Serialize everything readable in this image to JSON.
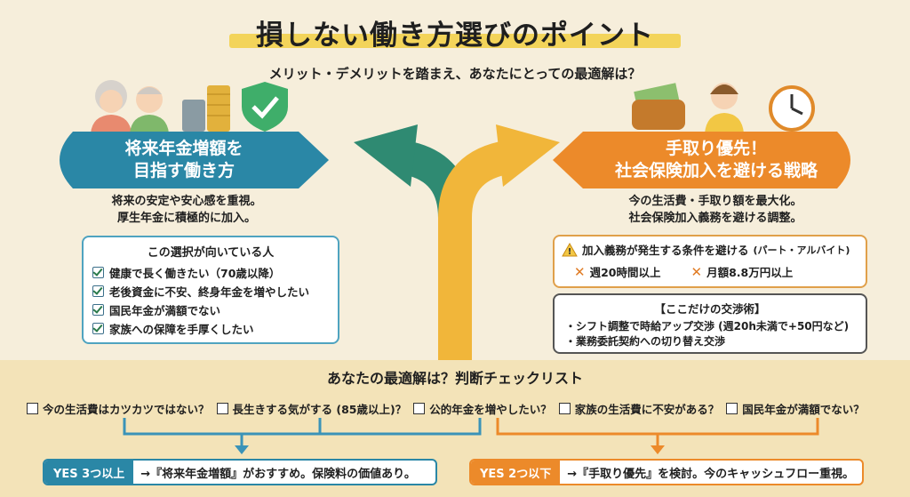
{
  "title": "損しない働き方選びのポイント",
  "subtitle": "メリット・デメリットを踏まえ、あなたにとっての最適解は？",
  "left": {
    "banner_line1": "将来年金増額を",
    "banner_line2": "目指す働き方",
    "desc_line1": "将来の安定や安心感を重視。",
    "desc_line2": "厚生年金に積極的に加入。",
    "box_title": "この選択が向いている人",
    "items": [
      "健康で長く働きたい（70歳以降）",
      "老後資金に不安、終身年金を増やしたい",
      "国民年金が満額でない",
      "家族への保障を手厚くしたい"
    ],
    "color": "#2a87a6"
  },
  "right": {
    "banner_line1": "手取り優先！",
    "banner_line2": "社会保険加入を避ける戦略",
    "desc_line1": "今の生活費・手取り額を最大化。",
    "desc_line2": "社会保険加入義務を避ける調整。",
    "warn_title": "加入義務が発生する条件を避ける",
    "warn_note": "(パート・アルバイト)",
    "cond1": "週20時間以上",
    "cond2": "月額8.8万円以上",
    "tips_title": "【ここだけの交渉術】",
    "tip1": "・シフト調整で時給アップ交渉 (週20h未満で+50円など)",
    "tip2": "・業務委託契約への切り替え交渉",
    "color": "#ec8a2a"
  },
  "checklist": {
    "title": "あなたの最適解は？判断チェックリスト",
    "questions": [
      "今の生活費はカツカツではない？",
      "長生きする気がする (85歳以上)？",
      "公的年金を増やしたい？",
      "家族の生活費に不安がある？",
      "国民年金が満額でない？"
    ]
  },
  "results": {
    "left_tag": "YES 3つ以上",
    "left_text": "→『将来年金増額』がおすすめ。保険料の価値あり。",
    "right_tag": "YES 2つ以下",
    "right_text": "→『手取り優先』を検討。今のキャッシュフロー重視。"
  }
}
